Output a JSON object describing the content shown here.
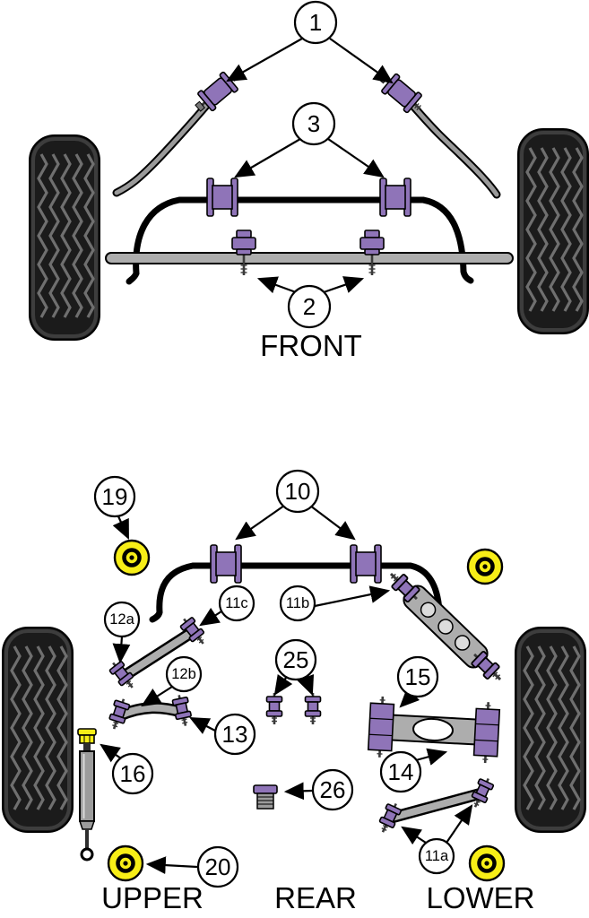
{
  "diagram": {
    "sections": {
      "front": {
        "label": "FRONT"
      },
      "rear": {
        "labels": {
          "upper": "UPPER",
          "rear": "REAR",
          "lower": "LOWER"
        }
      }
    },
    "callouts": {
      "c1": "1",
      "c2": "2",
      "c3": "3",
      "c10": "10",
      "c11a": "11a",
      "c11b": "11b",
      "c11c": "11c",
      "c12a": "12a",
      "c12b": "12b",
      "c13": "13",
      "c14": "14",
      "c15": "15",
      "c16": "16",
      "c19": "19",
      "c20": "20",
      "c25": "25",
      "c26": "26"
    },
    "colors": {
      "bushing_purple": "#8f74b8",
      "bushing_yellow": "#f7ee17",
      "metal_gray": "#adadad",
      "tire_black": "#1b1b1b",
      "tread_gray": "#6f6f6f"
    }
  }
}
